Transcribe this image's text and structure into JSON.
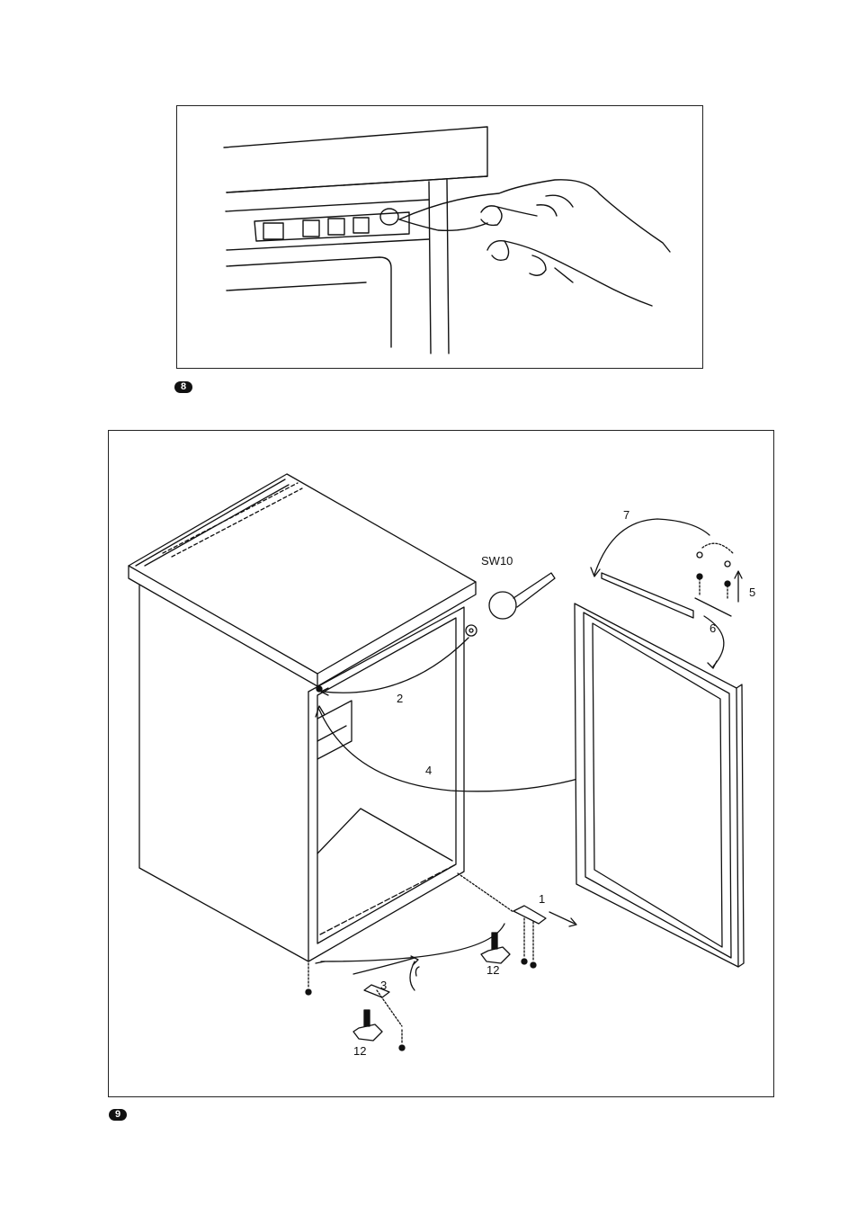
{
  "figures": [
    {
      "number": "8"
    },
    {
      "number": "9",
      "labels": {
        "wrench": "SW10",
        "step1": "1",
        "step2": "2",
        "step3": "3",
        "step4": "4",
        "step5": "5",
        "step6": "6",
        "step7": "7",
        "foot_right": "12",
        "foot_left": "12"
      }
    }
  ]
}
